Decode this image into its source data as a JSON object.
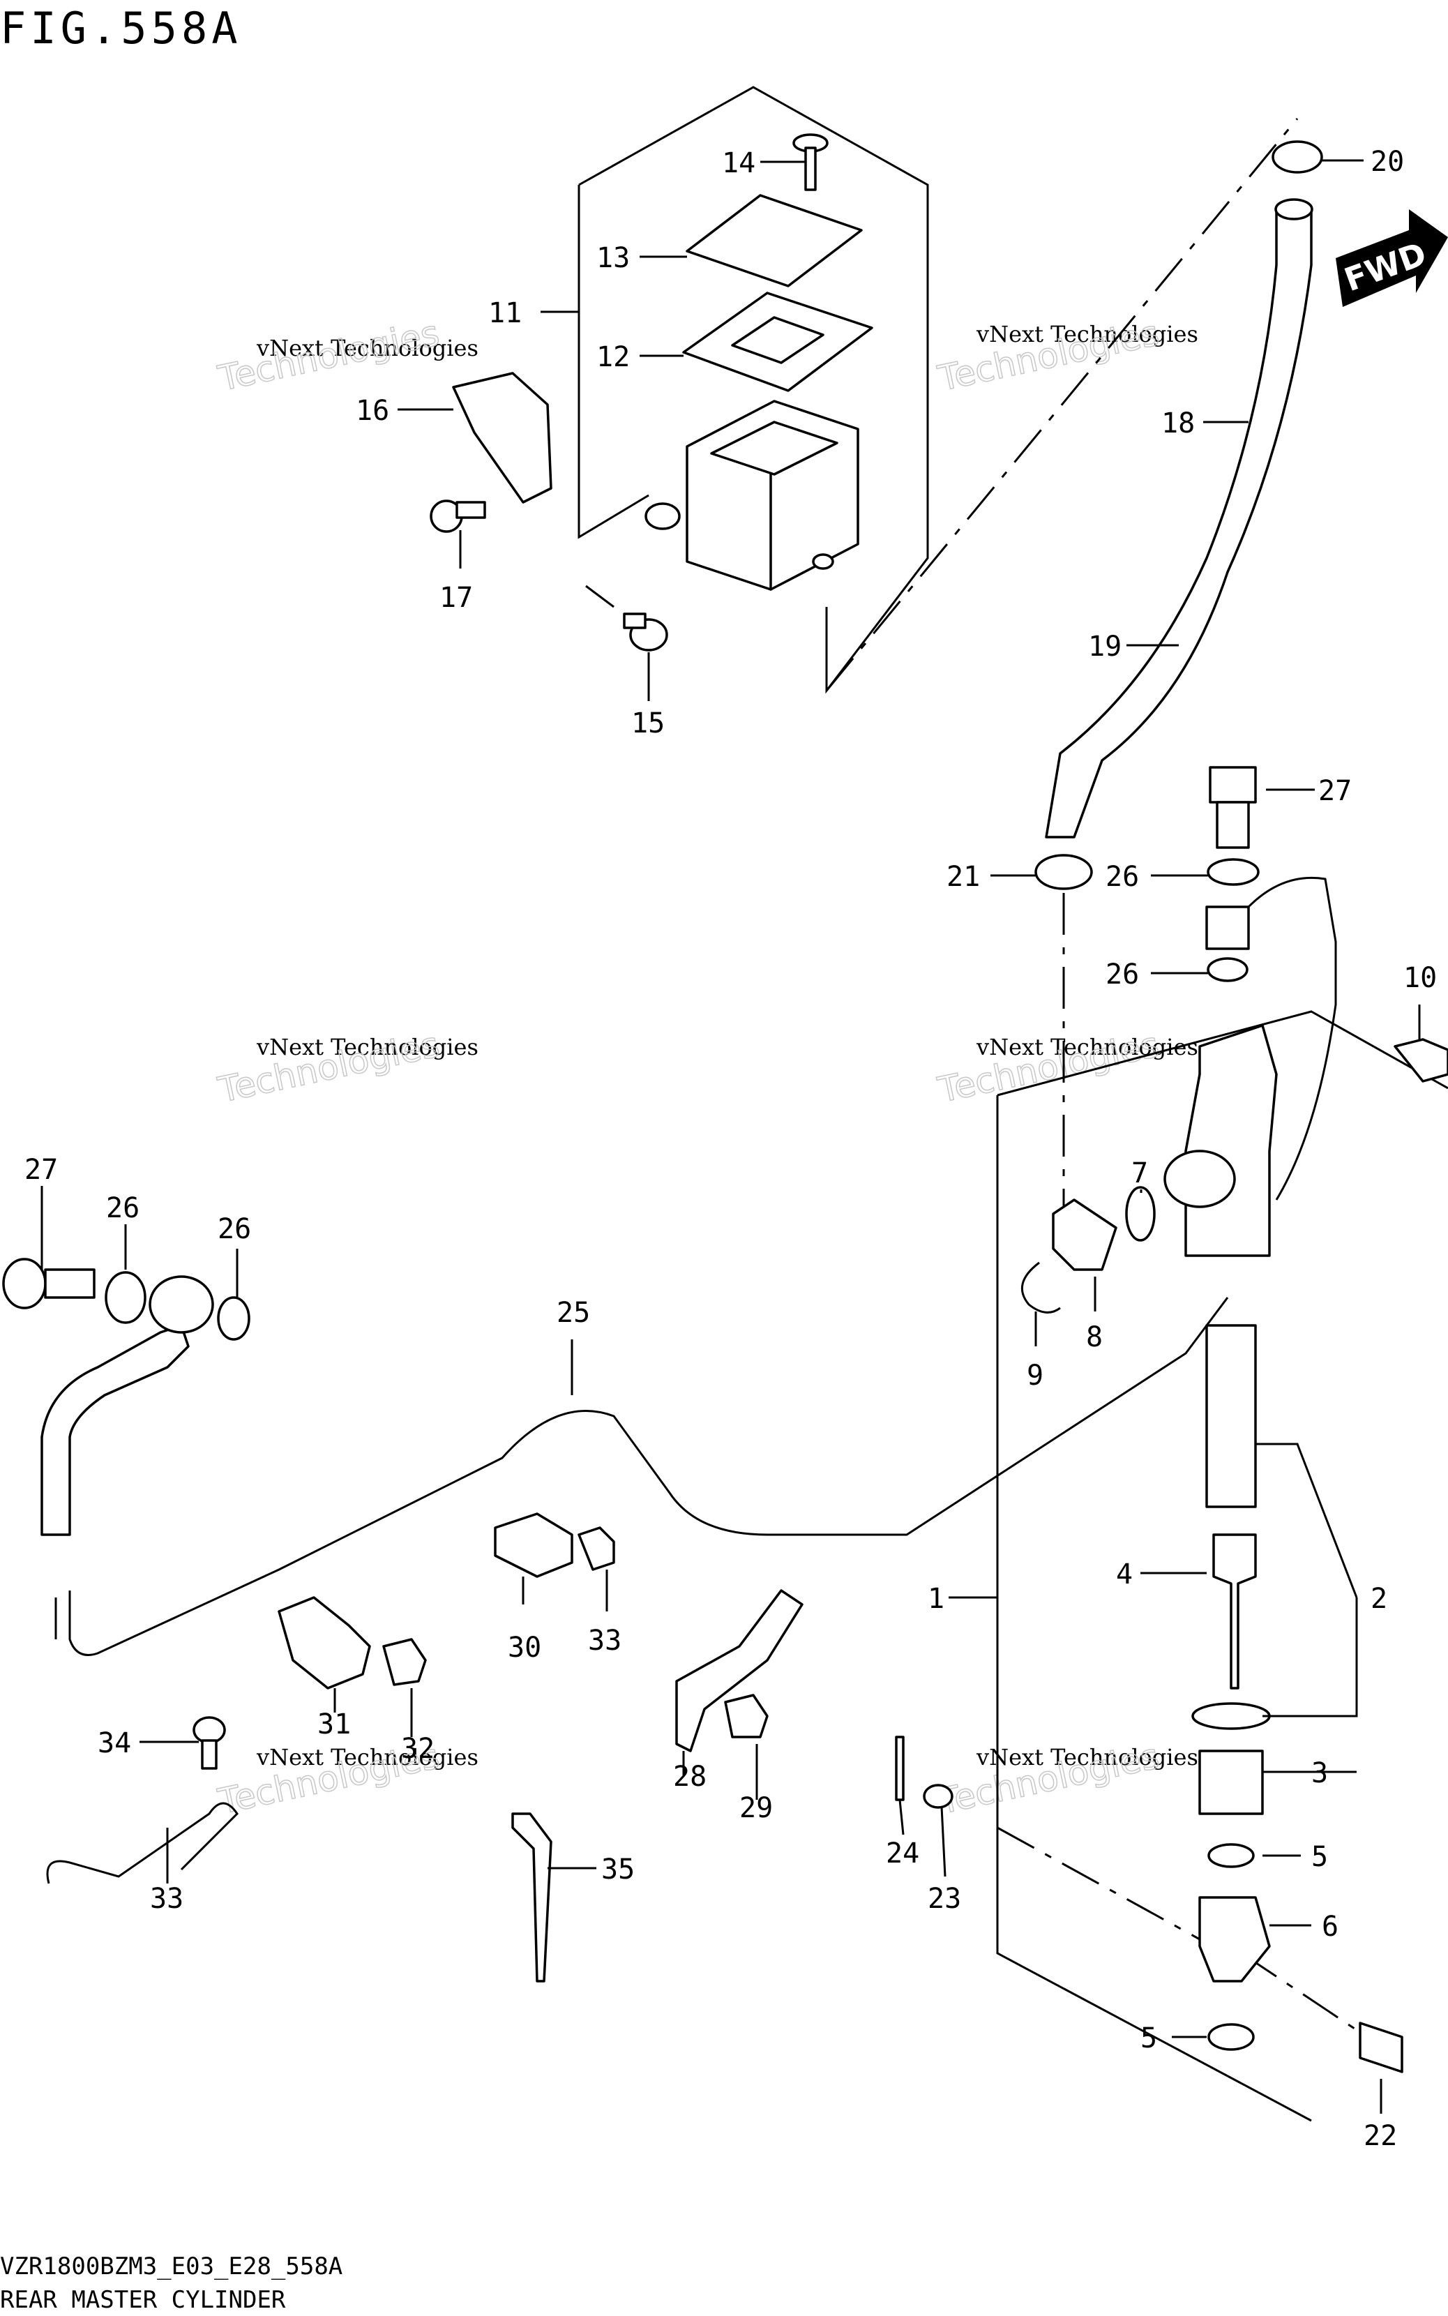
{
  "figure": {
    "title": "FIG.558A"
  },
  "footer": {
    "model_code": "VZR1800BZM3_E03_E28_558A",
    "caption": "REAR MASTER CYLINDER"
  },
  "direction_badge": {
    "text": "FWD"
  },
  "watermark": {
    "line1": "vNext Technologies",
    "line2": "Technologies"
  },
  "callouts": [
    "1",
    "2",
    "3",
    "4",
    "5",
    "5",
    "6",
    "7",
    "8",
    "9",
    "10",
    "11",
    "12",
    "13",
    "14",
    "15",
    "16",
    "17",
    "18",
    "19",
    "20",
    "21",
    "22",
    "23",
    "24",
    "25",
    "26",
    "26",
    "26",
    "26",
    "27",
    "27",
    "28",
    "29",
    "30",
    "31",
    "32",
    "33",
    "33",
    "34",
    "35"
  ]
}
